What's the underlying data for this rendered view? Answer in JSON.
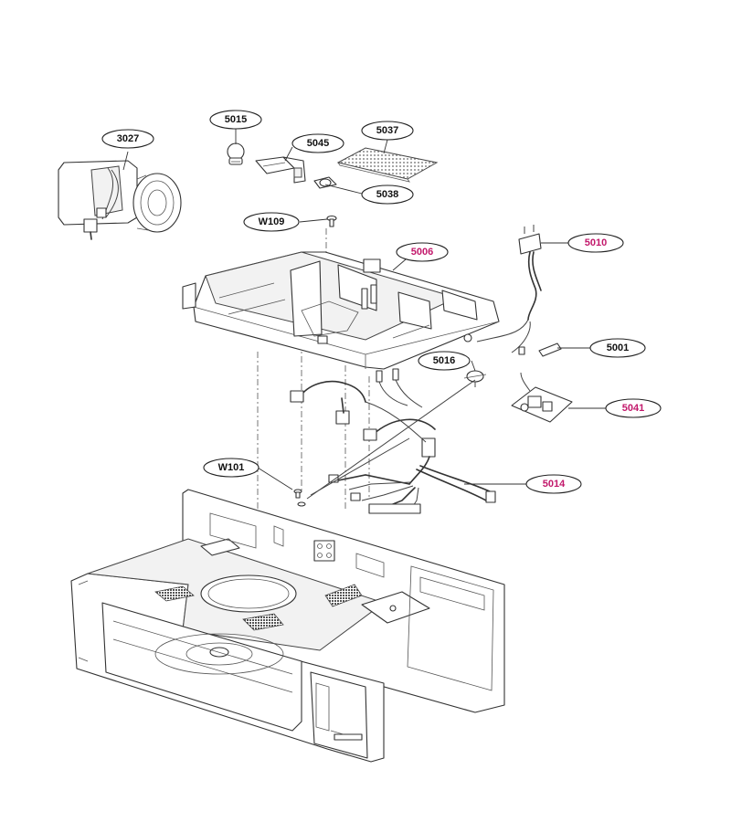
{
  "colors": {
    "callout_text": "#111111",
    "highlight_text": "#c2186b",
    "line": "#333333"
  },
  "callouts": {
    "c3027": {
      "label": "3027",
      "highlight": false
    },
    "c5015": {
      "label": "5015",
      "highlight": false
    },
    "c5045": {
      "label": "5045",
      "highlight": false
    },
    "c5037": {
      "label": "5037",
      "highlight": false
    },
    "c5038": {
      "label": "5038",
      "highlight": false
    },
    "cW109": {
      "label": "W109",
      "highlight": false
    },
    "c5006": {
      "label": "5006",
      "highlight": true
    },
    "c5010": {
      "label": "5010",
      "highlight": true
    },
    "c5001": {
      "label": "5001",
      "highlight": false
    },
    "c5016": {
      "label": "5016",
      "highlight": false
    },
    "c5041": {
      "label": "5041",
      "highlight": true
    },
    "cW101": {
      "label": "W101",
      "highlight": false
    },
    "c5014": {
      "label": "5014",
      "highlight": true
    }
  }
}
